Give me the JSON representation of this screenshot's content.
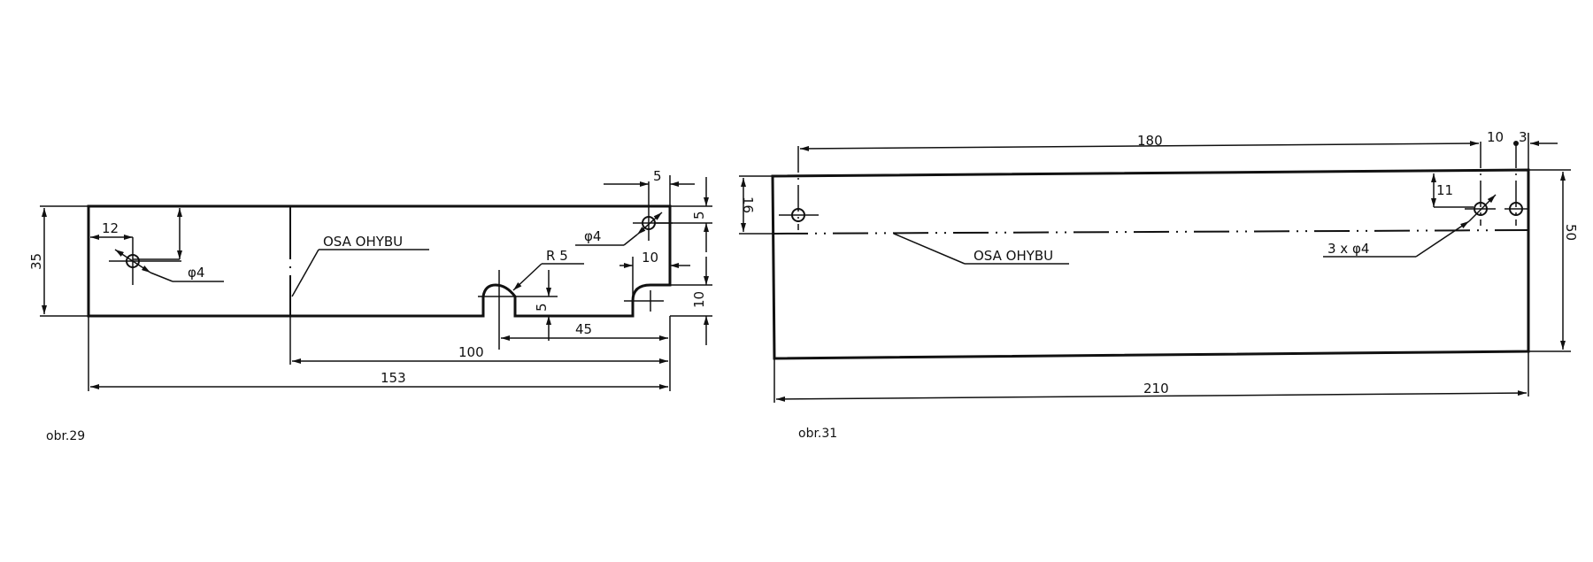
{
  "figure_29": {
    "caption": "obr.29",
    "bend_label": "OSA  OHYBU",
    "dims": {
      "height": "35",
      "hole_offset_x": "12",
      "hole_dia_left": "φ4",
      "hole_dia_right": "φ4",
      "right_hole_x": "5",
      "right_hole_y": "5",
      "radius": "R 5",
      "slot_depth": "5",
      "notch_width": "10",
      "notch_height": "10",
      "slot_to_end": "45",
      "bend_to_end": "100",
      "total_length": "153"
    }
  },
  "figure_31": {
    "caption": "obr.31",
    "bend_label": "OSA  OHYBU",
    "dims": {
      "hole_span": "180",
      "hole_pitch": "10",
      "edge_offset": "3",
      "bend_offset": "16",
      "hole_depth": "11",
      "holes": "3 x φ4",
      "height": "50",
      "total_length": "210"
    }
  }
}
